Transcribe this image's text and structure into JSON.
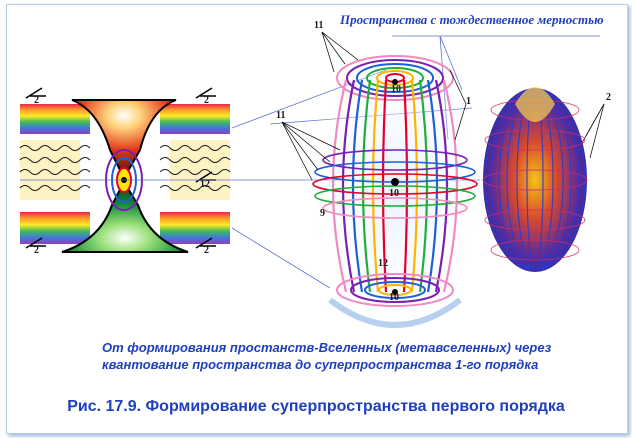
{
  "top_title": "Пространства с тождественное мерностью",
  "subtitle_line1": "От формирования простанств-Вселенных (метавселенных) через",
  "subtitle_line2": "квантование пространства до суперпространства 1-го порядка",
  "caption": "Рис. 17.9. Формирование суперпространства первого порядка",
  "labels": {
    "l11_top": "11",
    "l11_left": "11",
    "l1": "1",
    "l2_right": "2",
    "l10a": "10",
    "l10b": "10",
    "l10c": "10",
    "l12": "12",
    "l9": "9",
    "panel_2a": "2",
    "panel_2b": "2",
    "panel_12": "12",
    "panel_2c": "2",
    "panel_2d": "2"
  },
  "colors": {
    "accent": "#1f3fbf",
    "pointer_lines": "#5b6fd6"
  }
}
